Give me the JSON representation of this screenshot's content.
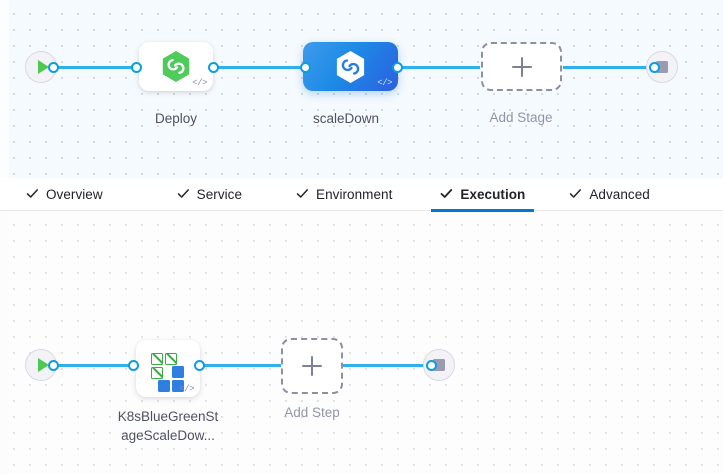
{
  "stage_canvas": {
    "name": "pipeline-stage-canvas",
    "start_node": {
      "icon": "play-icon",
      "label": ""
    },
    "end_node": {
      "icon": "stop-icon",
      "label": ""
    },
    "nodes": [
      {
        "id": "deploy",
        "label": "Deploy",
        "icon": "harness-hexagon-green-icon",
        "code_badge": "</>",
        "selected": false
      },
      {
        "id": "scaledown",
        "label": "scaleDown",
        "icon": "harness-hexagon-white-icon",
        "code_badge": "</>",
        "selected": true
      }
    ],
    "add_stage": {
      "label": "Add Stage",
      "icon": "plus-icon"
    }
  },
  "tabs": {
    "name": "stage-config-tabs",
    "items": [
      {
        "id": "overview",
        "label": "Overview",
        "checked": true,
        "active": false
      },
      {
        "id": "service",
        "label": "Service",
        "checked": true,
        "active": false
      },
      {
        "id": "environment",
        "label": "Environment",
        "checked": true,
        "active": false
      },
      {
        "id": "execution",
        "label": "Execution",
        "checked": true,
        "active": true
      },
      {
        "id": "advanced",
        "label": "Advanced",
        "checked": true,
        "active": false
      }
    ],
    "active_id": "execution"
  },
  "step_canvas": {
    "name": "execution-step-canvas",
    "start_node": {
      "icon": "play-icon"
    },
    "end_node": {
      "icon": "stop-icon"
    },
    "steps": [
      {
        "id": "k8s-bluegreen-scaledown",
        "label_line1": "K8sBlueGreenSt",
        "label_line2": "ageScaleDow...",
        "icon": "kubernetes-scale-down-icon",
        "code_badge": "</>"
      }
    ],
    "add_step": {
      "label": "Add Step",
      "icon": "plus-icon"
    }
  },
  "colors": {
    "accent_blue": "#0278d5",
    "connector_blue": "#30b0e8",
    "port_blue": "#0a9ee0",
    "harness_green": "#4dc952",
    "k8s_green": "#3cab47",
    "k8s_blue": "#2e7fe0",
    "node_selected_gradient_from": "#3e9bec",
    "node_selected_gradient_to": "#2c5fe0",
    "muted_text": "#9295a8",
    "label_text": "#4f5162",
    "dashed_border": "#8d8fa6",
    "stage_canvas_bg": "#f4fafd",
    "step_canvas_bg": "#fdfdfd"
  }
}
